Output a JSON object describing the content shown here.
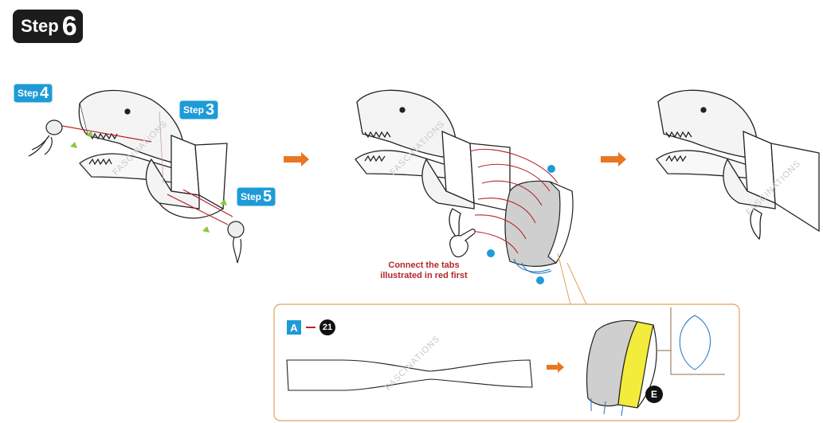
{
  "header": {
    "step_word": "Step",
    "step_number": "6"
  },
  "callouts": [
    {
      "word": "Step",
      "number": "4"
    },
    {
      "word": "Step",
      "number": "3"
    },
    {
      "word": "Step",
      "number": "5"
    }
  ],
  "note": {
    "line1": "Connect the tabs",
    "line2": "illustrated in red first"
  },
  "detail": {
    "part_letter": "A",
    "part_number": "21",
    "label": "E"
  },
  "watermark": "FASCINATIONS",
  "colors": {
    "arrow": "#e87722",
    "callout": "#1e9bd7",
    "tab_red": "#b5262a",
    "highlight": "#f3ec3a",
    "panel_border": "#e0a060"
  }
}
